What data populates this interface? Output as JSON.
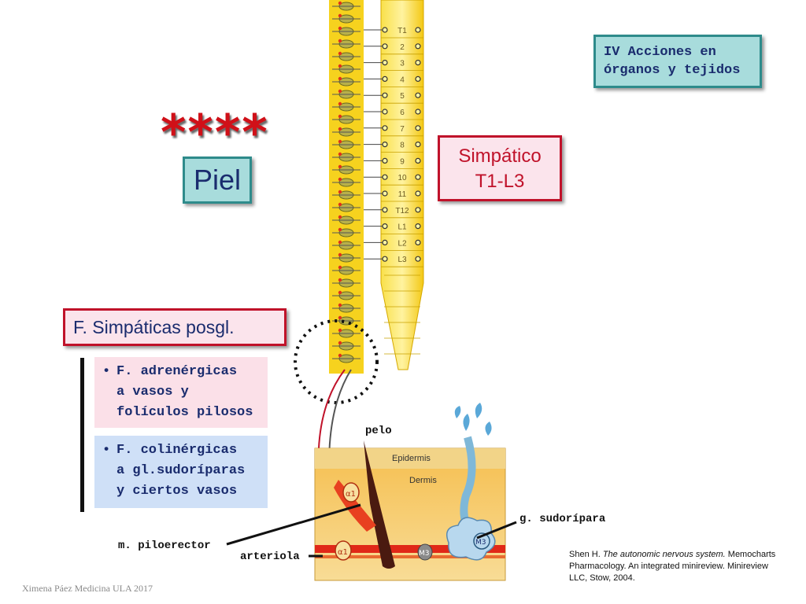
{
  "title": [
    "IV Acciones en",
    "órganos y tejidos"
  ],
  "stars": "****",
  "piel": "Piel",
  "simpatico": [
    "Simpático",
    "T1-L3"
  ],
  "posgl": "F. Simpáticas posgl.",
  "adrenergicas": [
    "F. adrenérgicas",
    "a vasos y",
    "folículos pilosos"
  ],
  "colinergicas": [
    "F. colinérgicas",
    "a gl.sudoríparas",
    "y ciertos vasos"
  ],
  "bullet": "•",
  "spine_labels": [
    "T1",
    "2",
    "3",
    "4",
    "5",
    "6",
    "7",
    "8",
    "9",
    "10",
    "11",
    "T12",
    "L1",
    "L2",
    "L3"
  ],
  "skin_labels": {
    "epidermis": "Epidermis",
    "dermis": "Dermis"
  },
  "receptor_labels": {
    "alpha1": "α1",
    "m3": "M3"
  },
  "labels": {
    "pelo": "pelo",
    "sudoripara": "g. sudorípara",
    "piloerector": "m. piloerector",
    "arteriola": "arteriola"
  },
  "reference": {
    "author": "Shen H. ",
    "title_italic": "The autonomic nervous system.",
    "rest": "Memocharts Pharmacology. An integrated minireview. Minireview LLC, Stow, 2004."
  },
  "footer": "Ximena Páez Medicina ULA 2017",
  "colors": {
    "cord": "#f6d21e",
    "red": "#c0122a",
    "navy": "#1a2c6e",
    "teal": "#2e8b8b"
  }
}
